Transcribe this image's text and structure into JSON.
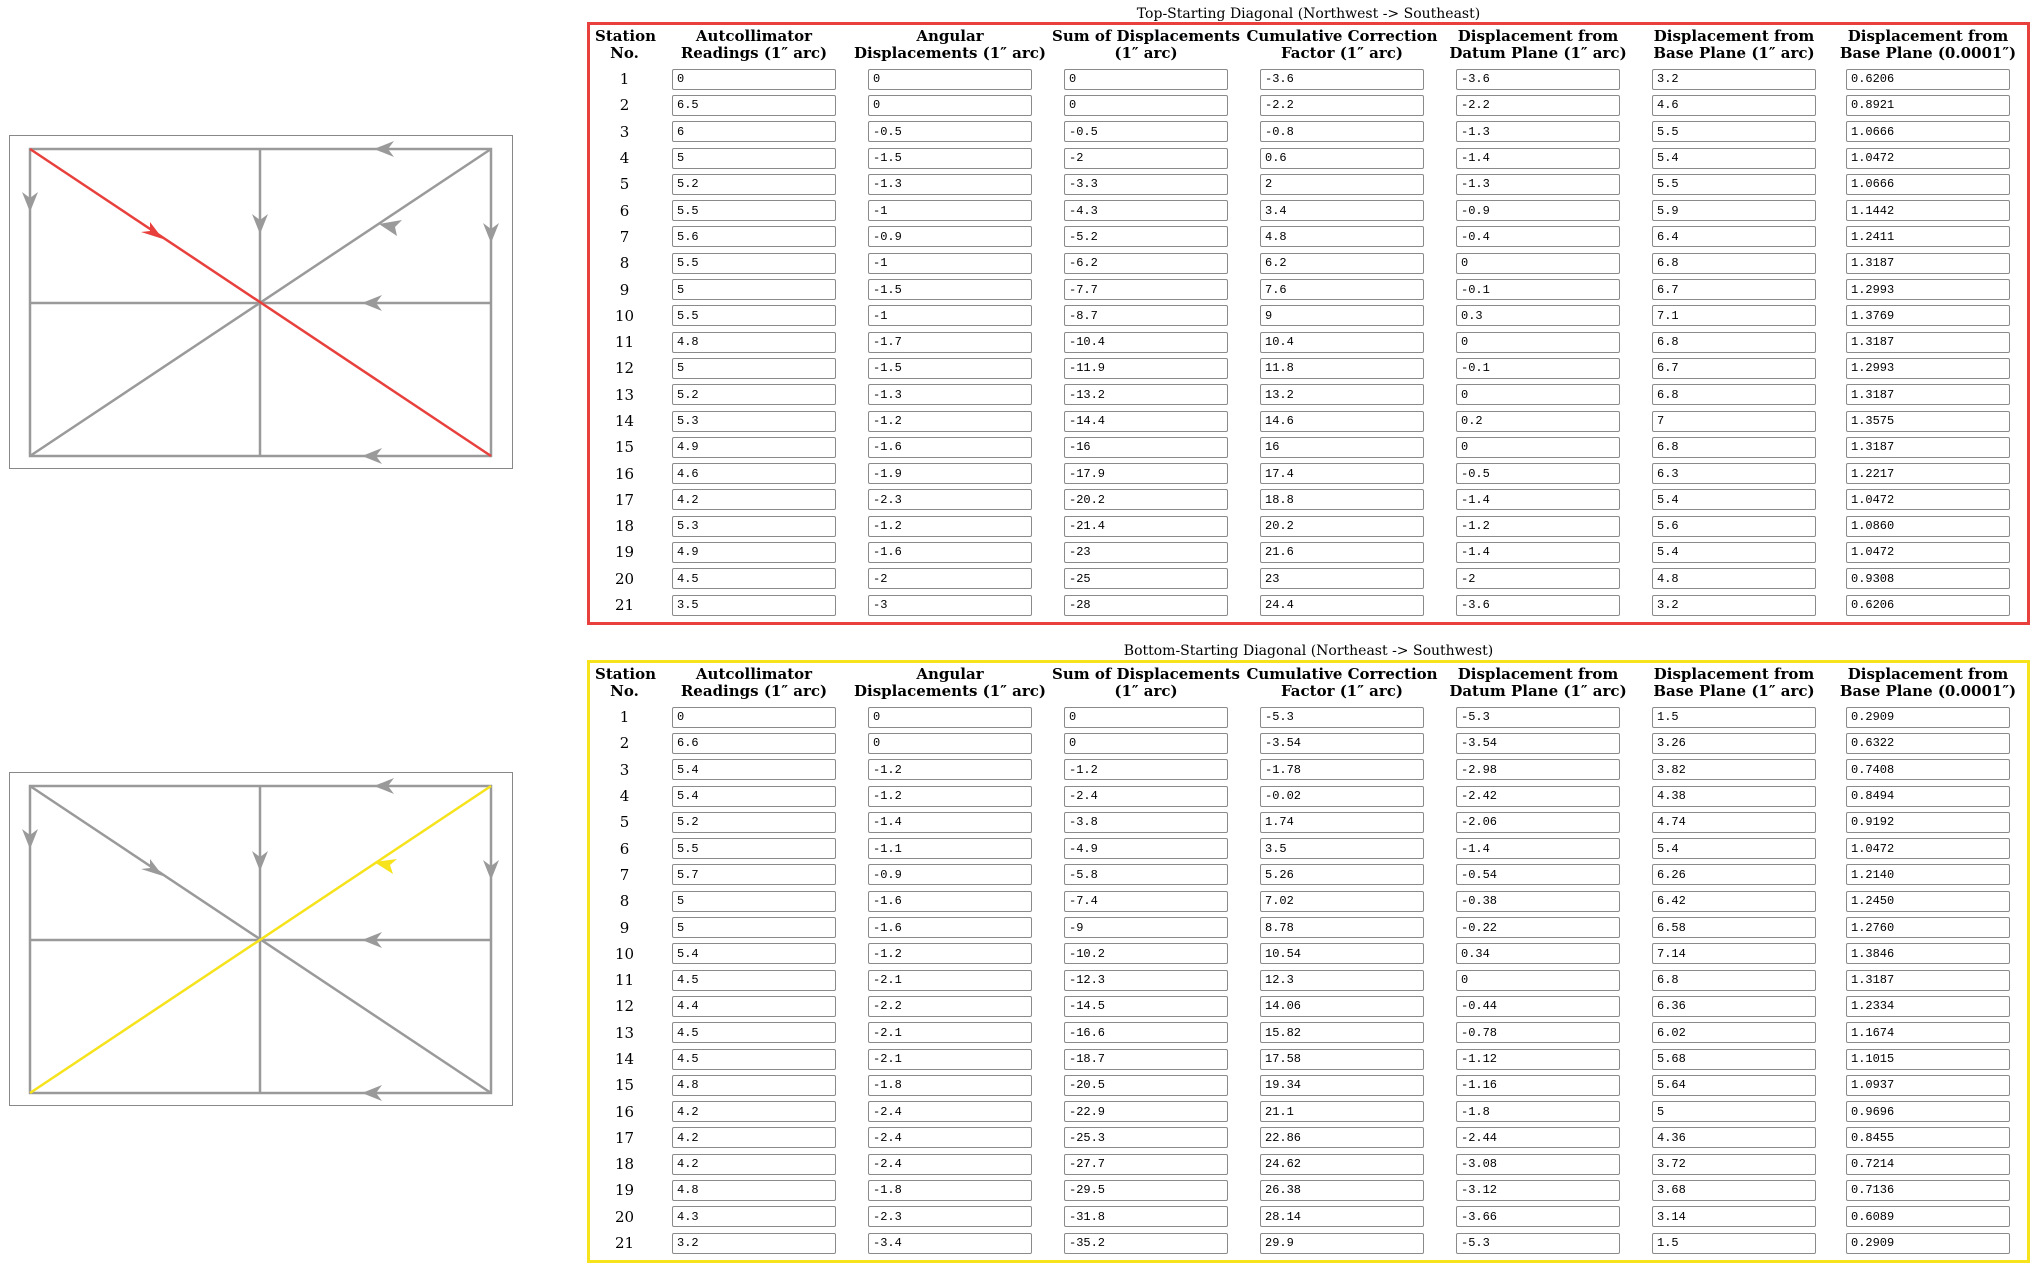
{
  "colors": {
    "top_accent": "#e8413d",
    "bottom_accent": "#f6e31c",
    "grid_line": "#9a9a9a"
  },
  "top": {
    "title": "Top-Starting Diagonal (Northwest -> Southeast)",
    "highlight": "northwest-to-southeast diagonal",
    "headers": [
      "Station No.",
      "Autcollimator Readings (1″ arc)",
      "Angular Displacements (1″ arc)",
      "Sum of Displacements (1″ arc)",
      "Cumulative Correction Factor (1″ arc)",
      "Displacement from Datum Plane (1″ arc)",
      "Displacement from Base Plane (1″ arc)",
      "Displacement from Base Plane (0.0001″)"
    ],
    "rows": [
      {
        "station": "1",
        "values": [
          "0",
          "0",
          "0",
          "-3.6",
          "-3.6",
          "3.2",
          "0.6206"
        ]
      },
      {
        "station": "2",
        "values": [
          "6.5",
          "0",
          "0",
          "-2.2",
          "-2.2",
          "4.6",
          "0.8921"
        ]
      },
      {
        "station": "3",
        "values": [
          "6",
          "-0.5",
          "-0.5",
          "-0.8",
          "-1.3",
          "5.5",
          "1.0666"
        ]
      },
      {
        "station": "4",
        "values": [
          "5",
          "-1.5",
          "-2",
          "0.6",
          "-1.4",
          "5.4",
          "1.0472"
        ]
      },
      {
        "station": "5",
        "values": [
          "5.2",
          "-1.3",
          "-3.3",
          "2",
          "-1.3",
          "5.5",
          "1.0666"
        ]
      },
      {
        "station": "6",
        "values": [
          "5.5",
          "-1",
          "-4.3",
          "3.4",
          "-0.9",
          "5.9",
          "1.1442"
        ]
      },
      {
        "station": "7",
        "values": [
          "5.6",
          "-0.9",
          "-5.2",
          "4.8",
          "-0.4",
          "6.4",
          "1.2411"
        ]
      },
      {
        "station": "8",
        "values": [
          "5.5",
          "-1",
          "-6.2",
          "6.2",
          "0",
          "6.8",
          "1.3187"
        ]
      },
      {
        "station": "9",
        "values": [
          "5",
          "-1.5",
          "-7.7",
          "7.6",
          "-0.1",
          "6.7",
          "1.2993"
        ]
      },
      {
        "station": "10",
        "values": [
          "5.5",
          "-1",
          "-8.7",
          "9",
          "0.3",
          "7.1",
          "1.3769"
        ]
      },
      {
        "station": "11",
        "values": [
          "4.8",
          "-1.7",
          "-10.4",
          "10.4",
          "0",
          "6.8",
          "1.3187"
        ]
      },
      {
        "station": "12",
        "values": [
          "5",
          "-1.5",
          "-11.9",
          "11.8",
          "-0.1",
          "6.7",
          "1.2993"
        ]
      },
      {
        "station": "13",
        "values": [
          "5.2",
          "-1.3",
          "-13.2",
          "13.2",
          "0",
          "6.8",
          "1.3187"
        ]
      },
      {
        "station": "14",
        "values": [
          "5.3",
          "-1.2",
          "-14.4",
          "14.6",
          "0.2",
          "7",
          "1.3575"
        ]
      },
      {
        "station": "15",
        "values": [
          "4.9",
          "-1.6",
          "-16",
          "16",
          "0",
          "6.8",
          "1.3187"
        ]
      },
      {
        "station": "16",
        "values": [
          "4.6",
          "-1.9",
          "-17.9",
          "17.4",
          "-0.5",
          "6.3",
          "1.2217"
        ]
      },
      {
        "station": "17",
        "values": [
          "4.2",
          "-2.3",
          "-20.2",
          "18.8",
          "-1.4",
          "5.4",
          "1.0472"
        ]
      },
      {
        "station": "18",
        "values": [
          "5.3",
          "-1.2",
          "-21.4",
          "20.2",
          "-1.2",
          "5.6",
          "1.0860"
        ]
      },
      {
        "station": "19",
        "values": [
          "4.9",
          "-1.6",
          "-23",
          "21.6",
          "-1.4",
          "5.4",
          "1.0472"
        ]
      },
      {
        "station": "20",
        "values": [
          "4.5",
          "-2",
          "-25",
          "23",
          "-2",
          "4.8",
          "0.9308"
        ]
      },
      {
        "station": "21",
        "values": [
          "3.5",
          "-3",
          "-28",
          "24.4",
          "-3.6",
          "3.2",
          "0.6206"
        ]
      }
    ]
  },
  "bottom": {
    "title": "Bottom-Starting Diagonal (Northeast -> Southwest)",
    "highlight": "northeast-to-southwest diagonal",
    "headers": [
      "Station No.",
      "Autcollimator Readings (1″ arc)",
      "Angular Displacements (1″ arc)",
      "Sum of Displacements (1″ arc)",
      "Cumulative Correction Factor (1″ arc)",
      "Displacement from Datum Plane (1″ arc)",
      "Displacement from Base Plane (1″ arc)",
      "Displacement from Base Plane (0.0001″)"
    ],
    "rows": [
      {
        "station": "1",
        "values": [
          "0",
          "0",
          "0",
          "-5.3",
          "-5.3",
          "1.5",
          "0.2909"
        ]
      },
      {
        "station": "2",
        "values": [
          "6.6",
          "0",
          "0",
          "-3.54",
          "-3.54",
          "3.26",
          "0.6322"
        ]
      },
      {
        "station": "3",
        "values": [
          "5.4",
          "-1.2",
          "-1.2",
          "-1.78",
          "-2.98",
          "3.82",
          "0.7408"
        ]
      },
      {
        "station": "4",
        "values": [
          "5.4",
          "-1.2",
          "-2.4",
          "-0.02",
          "-2.42",
          "4.38",
          "0.8494"
        ]
      },
      {
        "station": "5",
        "values": [
          "5.2",
          "-1.4",
          "-3.8",
          "1.74",
          "-2.06",
          "4.74",
          "0.9192"
        ]
      },
      {
        "station": "6",
        "values": [
          "5.5",
          "-1.1",
          "-4.9",
          "3.5",
          "-1.4",
          "5.4",
          "1.0472"
        ]
      },
      {
        "station": "7",
        "values": [
          "5.7",
          "-0.9",
          "-5.8",
          "5.26",
          "-0.54",
          "6.26",
          "1.2140"
        ]
      },
      {
        "station": "8",
        "values": [
          "5",
          "-1.6",
          "-7.4",
          "7.02",
          "-0.38",
          "6.42",
          "1.2450"
        ]
      },
      {
        "station": "9",
        "values": [
          "5",
          "-1.6",
          "-9",
          "8.78",
          "-0.22",
          "6.58",
          "1.2760"
        ]
      },
      {
        "station": "10",
        "values": [
          "5.4",
          "-1.2",
          "-10.2",
          "10.54",
          "0.34",
          "7.14",
          "1.3846"
        ]
      },
      {
        "station": "11",
        "values": [
          "4.5",
          "-2.1",
          "-12.3",
          "12.3",
          "0",
          "6.8",
          "1.3187"
        ]
      },
      {
        "station": "12",
        "values": [
          "4.4",
          "-2.2",
          "-14.5",
          "14.06",
          "-0.44",
          "6.36",
          "1.2334"
        ]
      },
      {
        "station": "13",
        "values": [
          "4.5",
          "-2.1",
          "-16.6",
          "15.82",
          "-0.78",
          "6.02",
          "1.1674"
        ]
      },
      {
        "station": "14",
        "values": [
          "4.5",
          "-2.1",
          "-18.7",
          "17.58",
          "-1.12",
          "5.68",
          "1.1015"
        ]
      },
      {
        "station": "15",
        "values": [
          "4.8",
          "-1.8",
          "-20.5",
          "19.34",
          "-1.16",
          "5.64",
          "1.0937"
        ]
      },
      {
        "station": "16",
        "values": [
          "4.2",
          "-2.4",
          "-22.9",
          "21.1",
          "-1.8",
          "5",
          "0.9696"
        ]
      },
      {
        "station": "17",
        "values": [
          "4.2",
          "-2.4",
          "-25.3",
          "22.86",
          "-2.44",
          "4.36",
          "0.8455"
        ]
      },
      {
        "station": "18",
        "values": [
          "4.2",
          "-2.4",
          "-27.7",
          "24.62",
          "-3.08",
          "3.72",
          "0.7214"
        ]
      },
      {
        "station": "19",
        "values": [
          "4.8",
          "-1.8",
          "-29.5",
          "26.38",
          "-3.12",
          "3.68",
          "0.7136"
        ]
      },
      {
        "station": "20",
        "values": [
          "4.3",
          "-2.3",
          "-31.8",
          "28.14",
          "-3.66",
          "3.14",
          "0.6089"
        ]
      },
      {
        "station": "21",
        "values": [
          "3.2",
          "-3.4",
          "-35.2",
          "29.9",
          "-5.3",
          "1.5",
          "0.2909"
        ]
      }
    ]
  }
}
